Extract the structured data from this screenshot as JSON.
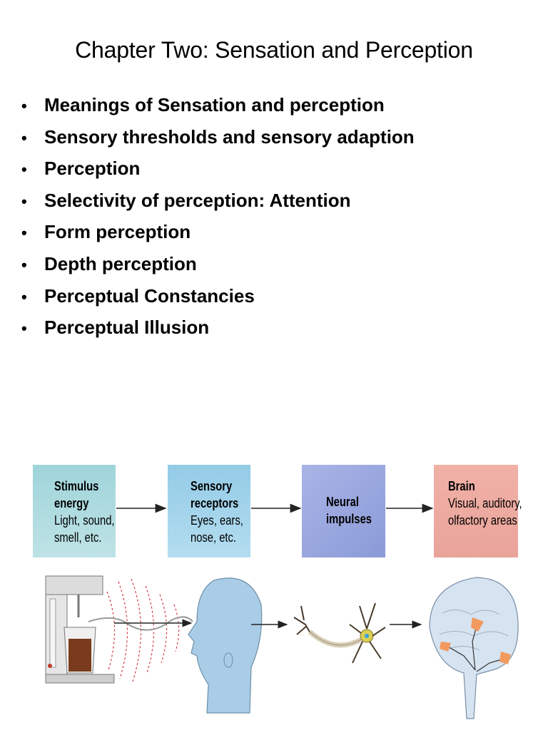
{
  "slide": {
    "title": "Chapter Two: Sensation and Perception",
    "bullet_glyph": "•",
    "bullets": [
      "Meanings of Sensation and perception",
      "Sensory thresholds and sensory adaption",
      "Perception",
      "Selectivity of perception: Attention",
      "Form perception",
      "Depth perception",
      "Perceptual Constancies",
      "Perceptual Illusion"
    ]
  },
  "diagram": {
    "boxes": [
      {
        "head_lines": [
          "Stimulus",
          "energy"
        ],
        "sub_lines": [
          "Light, sound,",
          "smell, etc."
        ],
        "color": "#9ed4da"
      },
      {
        "head_lines": [
          "Sensory",
          "receptors"
        ],
        "sub_lines": [
          "Eyes, ears,",
          "nose, etc."
        ],
        "color": "#93cbe6"
      },
      {
        "head_lines": [
          "Neural",
          "impulses"
        ],
        "sub_lines": [],
        "color": "#a9b4e6"
      },
      {
        "head_lines": [
          "Brain"
        ],
        "sub_lines": [
          "Visual, auditory,",
          "olfactory areas"
        ],
        "color": "#f1b1a6"
      }
    ],
    "illustrations": [
      "coffee-maker-icon",
      "head-profile-icon",
      "neuron-icon",
      "brain-icon"
    ]
  }
}
